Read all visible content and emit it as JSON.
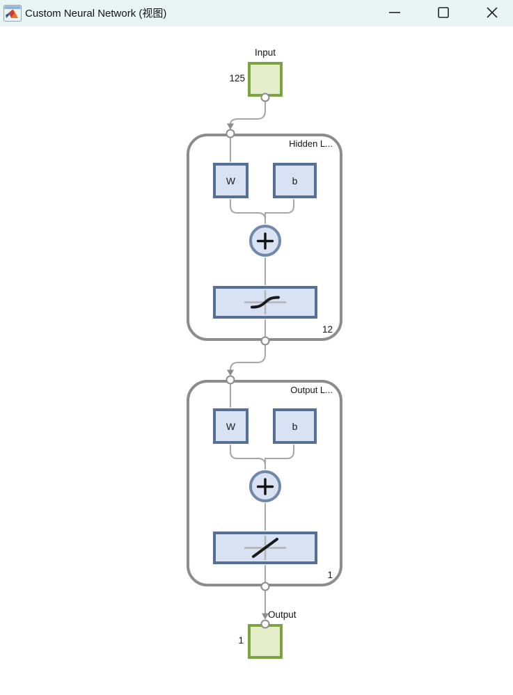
{
  "window": {
    "title": "Custom Neural Network (视图)",
    "icons": {
      "app": "matlab-logo",
      "minimize": "minimize-icon",
      "maximize": "maximize-icon",
      "close": "close-icon"
    }
  },
  "diagram": {
    "input": {
      "label": "Input",
      "size": "125"
    },
    "layers": [
      {
        "title": "Hidden L...",
        "weight": "W",
        "bias": "b",
        "sum": "+",
        "activation_icon": "tansig-s-curve",
        "size": "12"
      },
      {
        "title": "Output L...",
        "weight": "W",
        "bias": "b",
        "sum": "+",
        "activation_icon": "purelin-line",
        "size": "1"
      }
    ],
    "output": {
      "label": "Output",
      "size": "1"
    }
  },
  "colors": {
    "titlebar_bg": "#e9f4f4",
    "io_border": "#7ba33f",
    "io_fill": "#e4eecb",
    "node_border": "#566f96",
    "node_fill": "#d9e2f2",
    "sum_border": "#7089aa",
    "layer_border": "#8c8c8c",
    "connector": "#a6a6a6",
    "text": "#141414"
  }
}
